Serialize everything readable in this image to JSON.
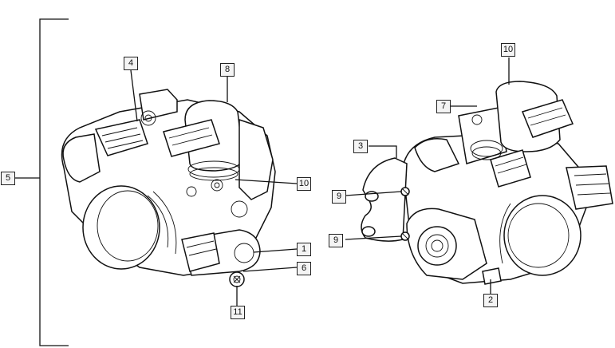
{
  "callouts": {
    "c4": "4",
    "c8": "8",
    "c5": "5",
    "c10_left": "10",
    "c1": "1",
    "c6": "6",
    "c11": "11",
    "c10_right": "10",
    "c7": "7",
    "c3": "3",
    "c9_upper": "9",
    "c9_lower": "9",
    "c2": "2"
  }
}
